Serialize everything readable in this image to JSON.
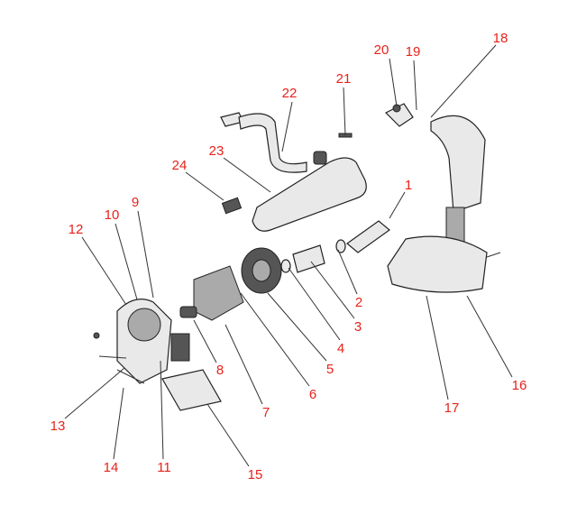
{
  "labels": {
    "p1": "1",
    "p2": "2",
    "p3": "3",
    "p4": "4",
    "p5": "5",
    "p6": "6",
    "p7": "7",
    "p8": "8",
    "p9": "9",
    "p10": "10",
    "p11": "11",
    "p12": "12",
    "p13": "13",
    "p14": "14",
    "p15": "15",
    "p16": "16",
    "p17": "17",
    "p18": "18",
    "p19": "19",
    "p20": "20",
    "p21": "21",
    "p22": "22",
    "p23": "23",
    "p24": "24"
  },
  "colors": {
    "label": "#e8221b",
    "line": "#333333"
  }
}
